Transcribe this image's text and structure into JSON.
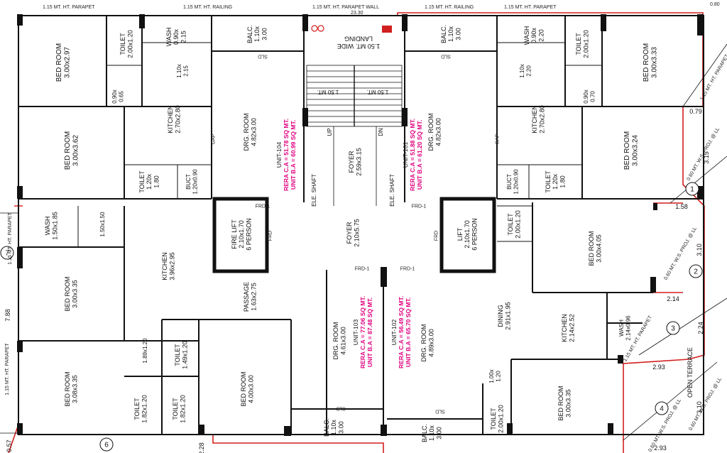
{
  "colors": {
    "boundary": "#d21f1f",
    "area_text": "#e0007f",
    "wall": "#111111",
    "column": "#111111"
  },
  "top_notes": [
    "1.15 MT. HT. PARAPET",
    "1.15 MT. HT. RAILING",
    "1.15 MT. HT. PARAPET WALL",
    "23.30",
    "1.15 MT. HT. RAILING",
    "1.15 MT. HT. PARAPET",
    "0.80"
  ],
  "rooms": {
    "bed_tl": [
      "BED ROOM",
      "3.00x2.97"
    ],
    "toilet_tl": [
      "TOILET",
      "2.00x1.20"
    ],
    "wash_tl": [
      "WASH",
      "0.90x",
      "2.15"
    ],
    "balc_tl": [
      "BALC.",
      "1.10x",
      "3.00"
    ],
    "landing": [
      "1.50 MT. WIDE",
      "LANDING"
    ],
    "balc_tr": [
      "BALC.",
      "1.10x",
      "3.00"
    ],
    "wash_tr": [
      "WASH",
      "0.90x",
      "2.20"
    ],
    "toilet_tr": [
      "TOILET",
      "2.00x1.20"
    ],
    "bed_tr": [
      "BED ROOM",
      "3.00x3.33"
    ],
    "kitchen_l": [
      "KITCHEN",
      "2.70x2.80"
    ],
    "drg_l": [
      "DRG. ROOM",
      "4.82x3.00"
    ],
    "drg_r": [
      "DRG. ROOM",
      "4.82x3.00"
    ],
    "kitchen_r": [
      "KITCHEN",
      "2.70x2.80"
    ],
    "bed_l2": [
      "BED ROOM",
      "3.00x3.62"
    ],
    "toilet_l2": [
      "TOILET",
      "1.20x",
      "1.80"
    ],
    "buct_l": [
      "BUCT",
      "1.20x0.90"
    ],
    "foyer_top": [
      "FOYER",
      "2.59x3.15"
    ],
    "buct_r": [
      "BUCT",
      "1.20x0.90"
    ],
    "toilet_r2": [
      "TOILET",
      "1.20x",
      "1.80"
    ],
    "bed_r2": [
      "BED ROOM",
      "3.00x3.24"
    ],
    "wash_l3": [
      "WASH",
      "1.50x1.85"
    ],
    "fire_lift": [
      "FIRE LIFT",
      "2.10x1.70",
      "6 PERSON"
    ],
    "foyer_mid": [
      "FOYER",
      "2.10x5.75"
    ],
    "lift": [
      "LIFT",
      "2.10x1.70",
      "6 PERSON"
    ],
    "toilet_r3": [
      "TOILET",
      "2.00x1.20"
    ],
    "bed_r3": [
      "BED ROOM",
      "3.00x4.05"
    ],
    "bed_l4": [
      "BED ROOM",
      "3.00x3.35"
    ],
    "kitchen_l4": [
      "KITCHEN",
      "3.96x2.95"
    ],
    "passage": [
      "PASSAGE",
      "1.63x2.75"
    ],
    "drg_103": [
      "DRG. ROOM",
      "4.61x3.00"
    ],
    "drg_102": [
      "DRG. ROOM",
      "4.89x3.00"
    ],
    "dining": [
      "DINING",
      "2.91x1.95"
    ],
    "kitchen_r4": [
      "KITCHEN",
      "2.14x2.52"
    ],
    "wash_r4": [
      "WASH",
      "2.14x0.96"
    ],
    "bed_l5": [
      "BED ROOM",
      "3.08x3.35"
    ],
    "toilet_l5a": [
      "TOILET",
      "1.82x1.20"
    ],
    "toilet_l5b": [
      "TOILET",
      "1.82x1.20"
    ],
    "toilet_l5c": [
      "TOILET",
      "1.49x1.20"
    ],
    "bed_mid5": [
      "BED ROOM",
      "4.00x3.00"
    ],
    "balc_b1": [
      "BALC.",
      "1.10x",
      "3.00"
    ],
    "balc_b2": [
      "BALC.",
      "1.10x",
      "3.00"
    ],
    "toilet_b3": [
      "TOILET",
      "2.00x1.20"
    ],
    "bed_br": [
      "BED ROOM",
      "3.00x3.35"
    ],
    "open_terrace": [
      "OPEN TERRACE"
    ]
  },
  "units": {
    "u104": [
      "UNIT-104",
      "RERA C.A = 51.78 SQ MT.",
      "UNIT B.A = 60.99 SQ MT."
    ],
    "u101": [
      "UNIT-101",
      "RERA C.A = 51.88 SQ MT.",
      "UNIT B.A = 61.20 SQ MT."
    ],
    "u103": [
      "UNIT-103",
      "RERA C.A = 77.06 SQ MT.",
      "UNIT B.A = 87.48 SQ MT."
    ],
    "u102": [
      "UNIT-102",
      "RERA C.A = 56.49 SQ MT.",
      "UNIT B.A = 65.70 SQ MT."
    ]
  },
  "stair": {
    "elf_shaft": "ELE. SHAFT",
    "up": "UP",
    "dn": "DN",
    "width1": "1.50 MT.",
    "width2": "1.50 MT."
  },
  "misc": {
    "sld": "SLD",
    "frd": "FRD",
    "frd1": "FRD-1",
    "gap": "GAP",
    "dims": [
      "1.10x",
      "2.15",
      "1.10x",
      "2.20",
      "0.90x",
      "0.65",
      "0.90x",
      "0.70",
      "1.50x1.50",
      "1.89x1.20",
      "1.00x",
      "1.20",
      "2.14x0.96"
    ]
  },
  "site": {
    "dims": [
      "0.79",
      "3.15",
      "1.58",
      "3.10",
      "2.14",
      "2.24",
      "2.93",
      "3.10",
      "2.93",
      "7.88",
      "0.57",
      "2.28"
    ],
    "markers": [
      "1",
      "2",
      "3",
      "4",
      "6",
      "7"
    ],
    "notes": [
      "1.15 MT. HT. PARAPET",
      "0.60 MT. W.S. PROJ. @ LL",
      "0.60 MT. W.S. PROJ. @ LL",
      "0.60 MT. W.S. PROJ. @ LL",
      "1.15 MT. HT. PARAPET",
      "0.60 MT. W.S. PROJ. @ LL",
      "1.15 MT. HT. PARAPET",
      "1.15 MT. HT. PARAPET"
    ]
  }
}
